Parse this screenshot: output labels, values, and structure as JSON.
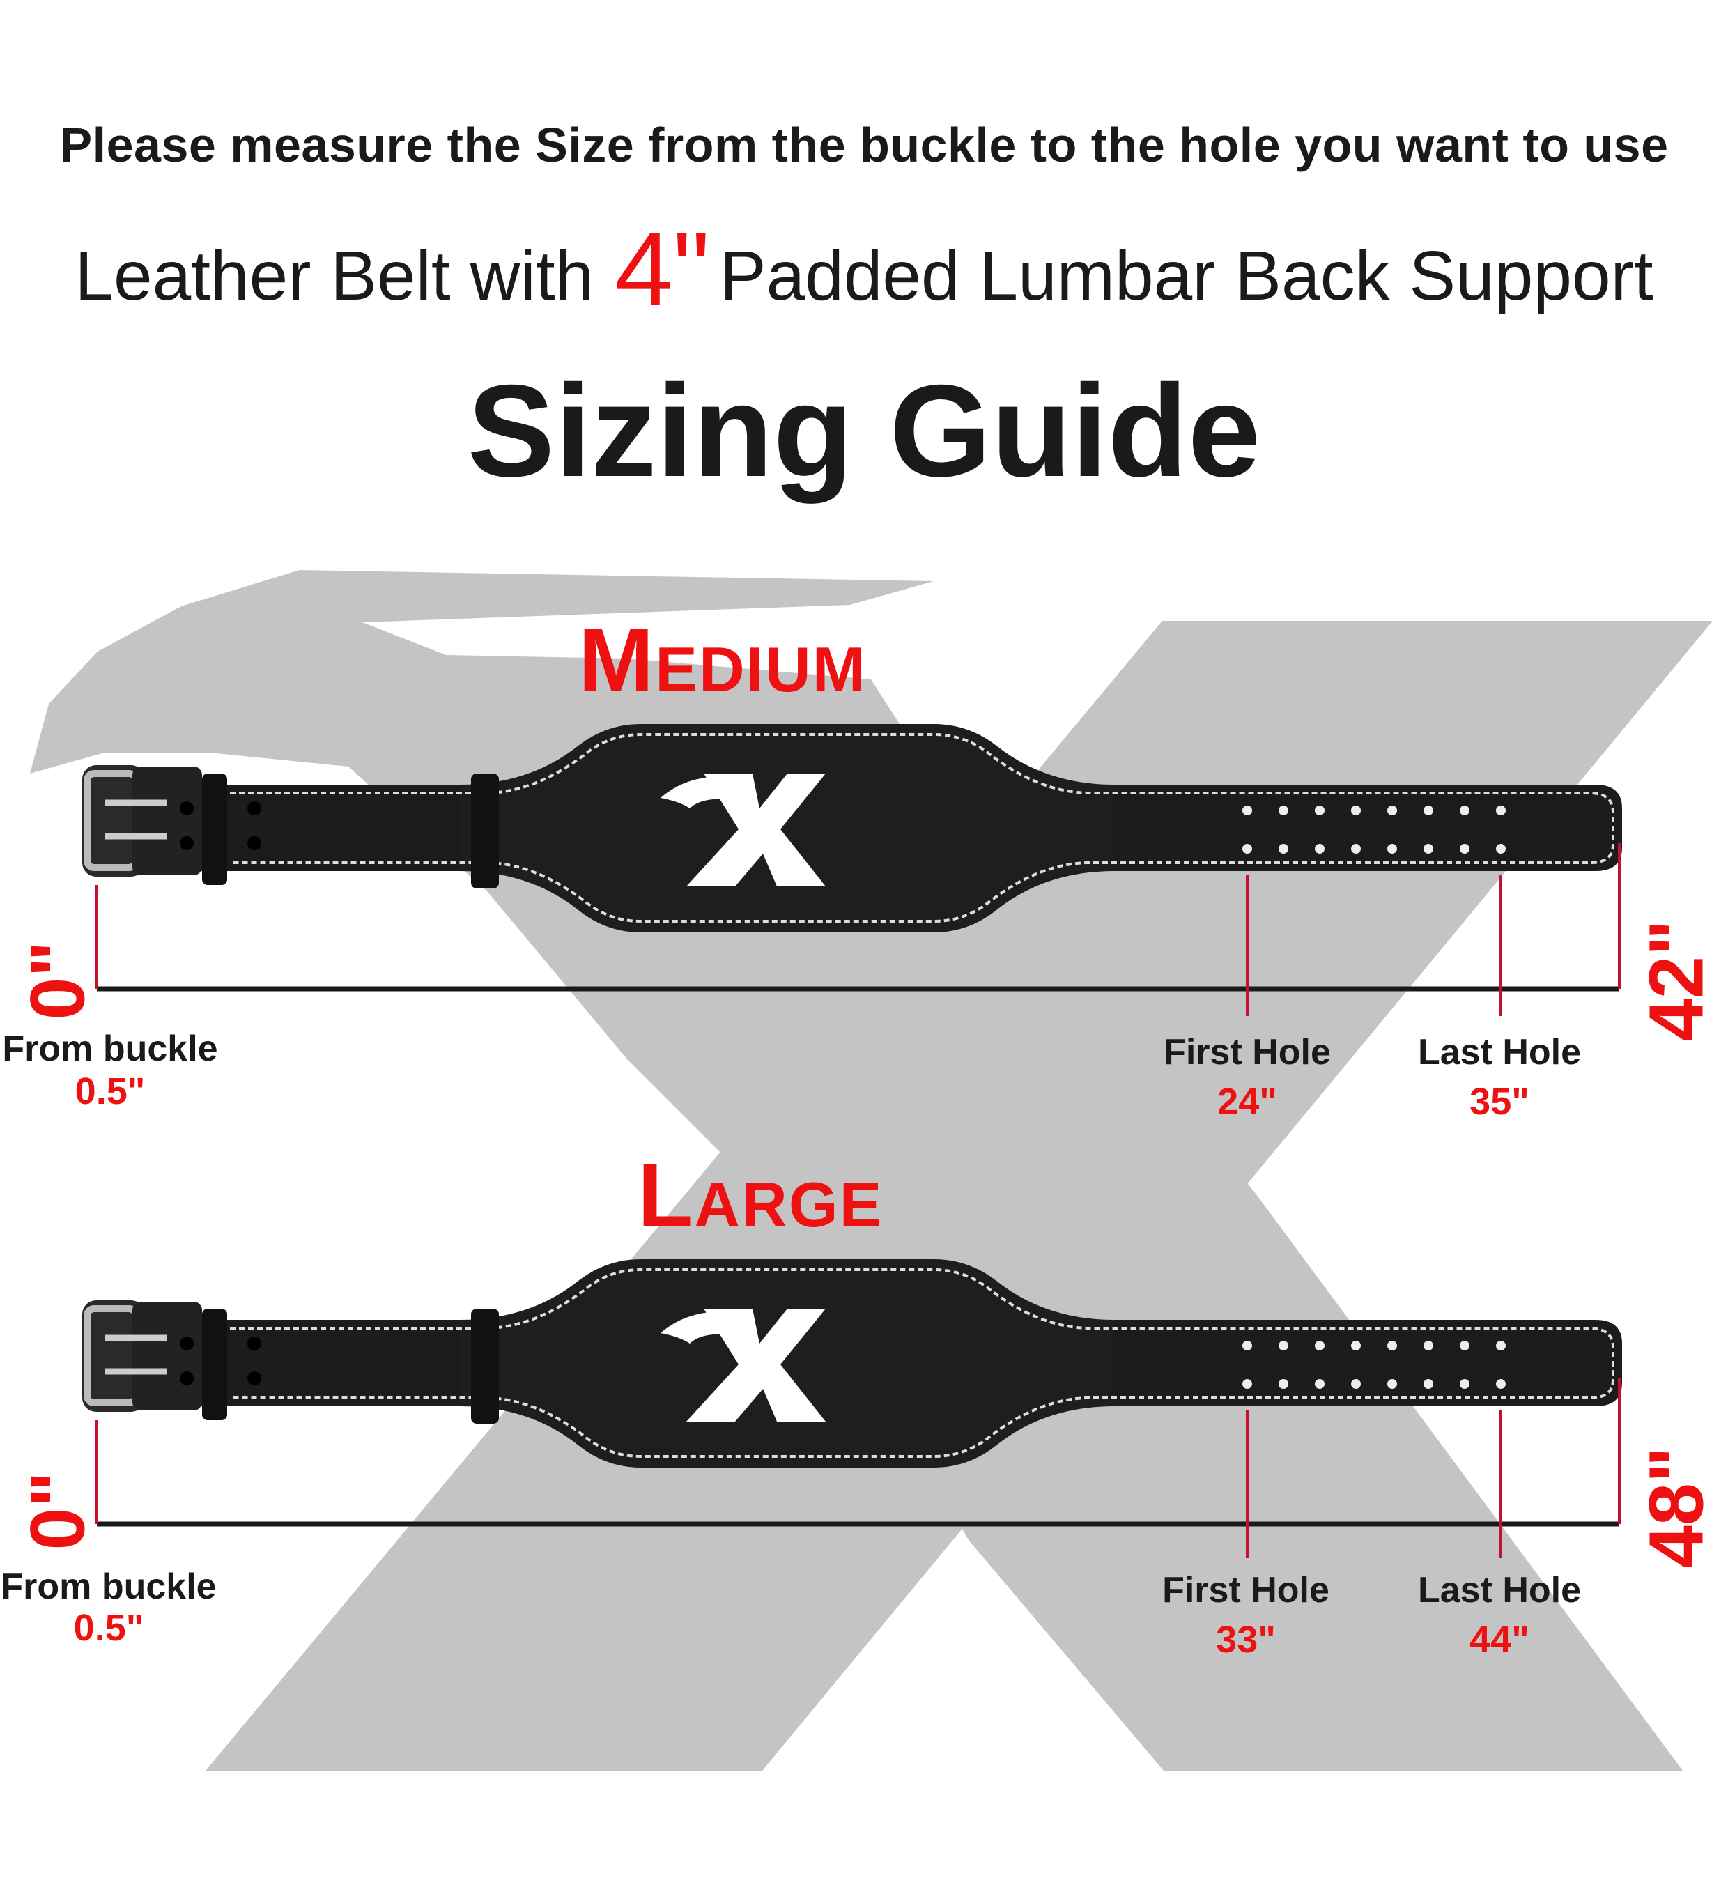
{
  "header": {
    "instruction": "Please measure the Size from the buckle to the hole you want to use",
    "subtitle_before": "Leather Belt with",
    "subtitle_highlight": "4\"",
    "subtitle_after": "Padded Lumbar Back Support",
    "title": "Sizing Guide"
  },
  "colors": {
    "accent": "#ee1111",
    "watermark": "#c4c4c4",
    "belt": "#1c1c1c"
  },
  "sizes": [
    {
      "name": "Medium",
      "start_mark": "0\"",
      "start_label": "From buckle",
      "start_value": "0.5\"",
      "first_hole_label": "First Hole",
      "first_hole_value": "24\"",
      "last_hole_label": "Last Hole",
      "last_hole_value": "35\"",
      "total_length": "42\""
    },
    {
      "name": "Large",
      "start_mark": "0\"",
      "start_label": "From buckle",
      "start_value": "0.5\"",
      "first_hole_label": "First Hole",
      "first_hole_value": "33\"",
      "last_hole_label": "Last Hole",
      "last_hole_value": "44\"",
      "total_length": "48\""
    }
  ]
}
